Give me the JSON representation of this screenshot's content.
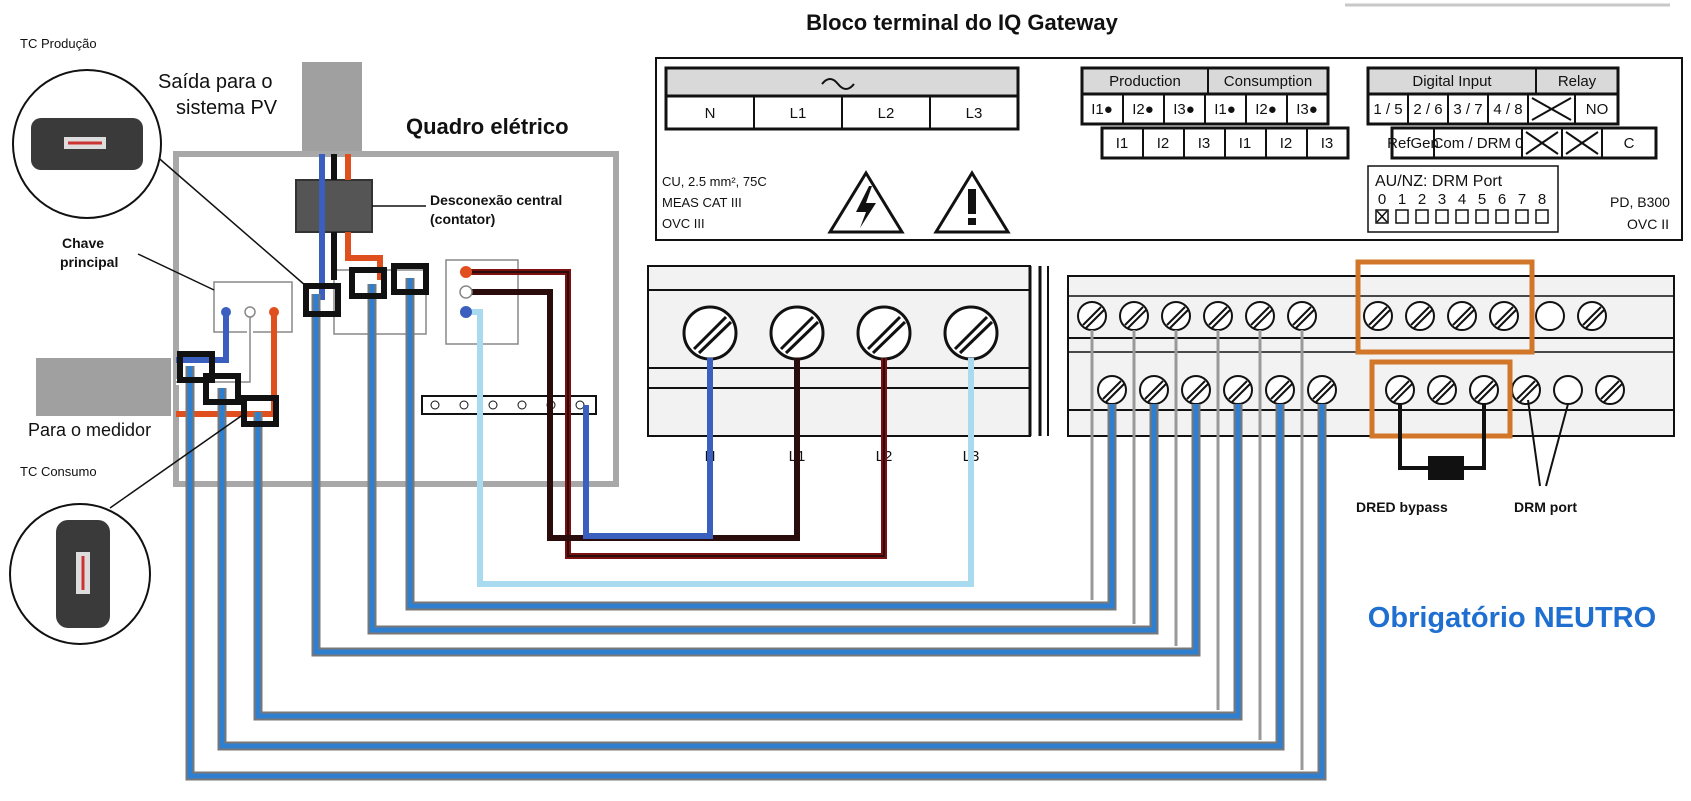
{
  "title": "Bloco terminal do IQ Gateway",
  "labels": {
    "ct_production": "TC Produção",
    "pv_output_line1": "Saída para o",
    "pv_output_line2": "sistema PV",
    "panel": "Quadro elétrico",
    "central_disconnect_line1": "Desconexão central",
    "central_disconnect_line2": "(contator)",
    "main_switch_line1": "Chave",
    "main_switch_line2": "principal",
    "to_meter": "Para o medidor",
    "ct_consumption": "TC Consumo",
    "dred_bypass": "DRED bypass",
    "drm_port": "DRM port",
    "neutral_required": "Obrigatório NEUTRO"
  },
  "power_block": {
    "headers": [
      "N",
      "L1",
      "L2",
      "L3"
    ],
    "spec_lines": [
      "CU, 2.5 mm², 75C",
      "MEAS CAT III",
      "OVC III"
    ],
    "terminal_labels": [
      "N",
      "L1",
      "L2",
      "L3"
    ]
  },
  "ct_block": {
    "production": "Production",
    "consumption": "Consumption",
    "top_row": [
      "I1●",
      "I2●",
      "I3●",
      "I1●",
      "I2●",
      "I3●"
    ],
    "bottom_row": [
      "I1",
      "I2",
      "I3",
      "I1",
      "I2",
      "I3"
    ]
  },
  "io_block": {
    "digital_input": "Digital Input",
    "relay": "Relay",
    "top_row": [
      "1 / 5",
      "2 / 6",
      "3 / 7",
      "4 / 8",
      "NO"
    ],
    "bottom_row": [
      "RefGen",
      "Com / DRM 0",
      "C"
    ],
    "drm_title": "AU/NZ: DRM Port",
    "drm_numbers": [
      "0",
      "1",
      "2",
      "3",
      "4",
      "5",
      "6",
      "7",
      "8"
    ],
    "ratings": [
      "PD, B300",
      "OVC II"
    ]
  },
  "colors": {
    "blue_wire": "#2f7fd1",
    "neutral_wire": "#3a5fbf",
    "light_blue_wire": "#a8daf0",
    "red_wire": "#e0501f",
    "dark_wire": "#2a0c0c",
    "maroon_wire": "#7a1010",
    "highlight": "#d2772a",
    "neutral_text": "#1f6fd0",
    "panel_gray": "#a0a0a0"
  }
}
